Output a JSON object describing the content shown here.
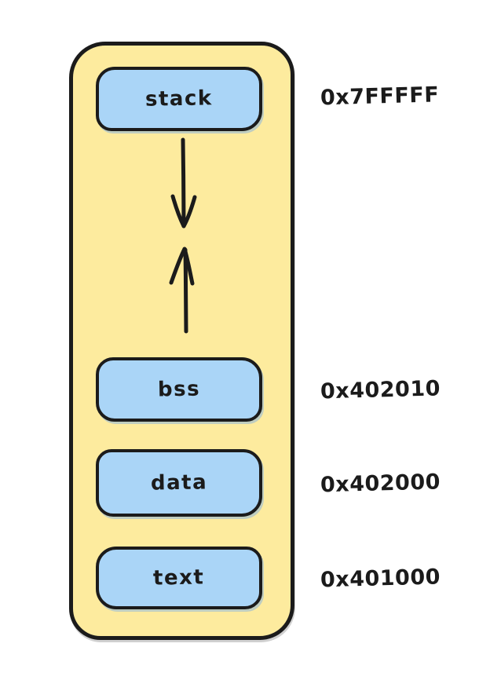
{
  "diagram": {
    "type": "memory-layout",
    "segments": [
      {
        "label": "stack",
        "address": "0x7FFFFF"
      },
      {
        "label": "bss",
        "address": "0x402010"
      },
      {
        "label": "data",
        "address": "0x402000"
      },
      {
        "label": "text",
        "address": "0x401000"
      }
    ],
    "arrows": [
      {
        "name": "stack-growth-arrow",
        "direction": "down"
      },
      {
        "name": "heap-growth-arrow",
        "direction": "up"
      }
    ],
    "colors": {
      "background": "#ffffff",
      "container_fill": "#fdeb9e",
      "box_fill": "#aad5f7",
      "stroke": "#1b1b1b"
    }
  }
}
